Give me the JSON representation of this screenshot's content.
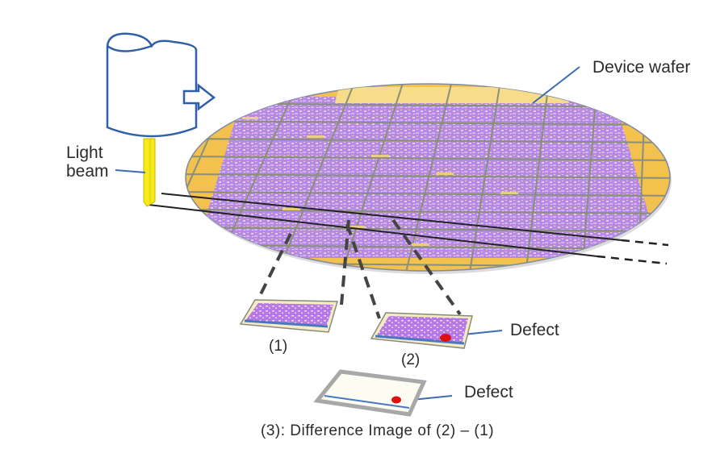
{
  "labels": {
    "device_wafer": "Device wafer",
    "light_line1": "Light",
    "light_line2": "beam",
    "defect_2": "Defect",
    "defect_3": "Defect",
    "img1": "(1)",
    "img2": "(2)",
    "caption3": "(3): Difference Image of (2) – (1)"
  },
  "colors": {
    "wafer_edge": "#f2c14e",
    "die_purple": "#b07fe0",
    "die_texture": "#9b5fd6",
    "scribe_line": "#8a8f7a",
    "light_beam": "#f7ea1a",
    "camera_outline": "#2f5fa8",
    "leader_line": "#3c6bb0",
    "scan_line": "#222222",
    "defect_dot": "#e01010",
    "diff_frame": "#a8a8a8",
    "diff_fill": "#fdfcf2"
  },
  "elements": {
    "camera": "inspection-camera",
    "arrow": "scan-direction-arrow",
    "wafer": "device-wafer",
    "image1": "reference-die-image",
    "image2": "inspected-die-image",
    "image3": "difference-image"
  }
}
